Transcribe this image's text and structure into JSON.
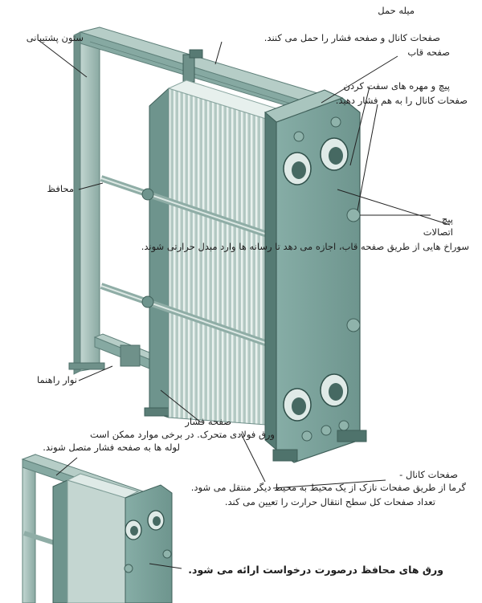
{
  "labels": {
    "carrying_bar": "میله حمل",
    "support_column": "ستون پشتیبانی",
    "carrying_bar_desc": "صفحات کانال و صفحه فشار را حمل می کنند.",
    "frame_plate": "صفحه قاب",
    "tightening_bolts": "پیچ و مهره های سفت کردن",
    "tightening_bolts_desc": "صفحات کانال را به هم فشار دهید.",
    "guard": "محافظ",
    "bolt": "پیچ",
    "connections": "اتصالات",
    "connections_desc": "سوراخ هایی از طریق صفحه قاب، اجازه می دهد تا رسانه ها وارد مبدل حرارتی شوند.",
    "guide_bar": "نوار راهنما",
    "pressure_plate": "صفحه فشار",
    "pressure_plate_desc_1": "ورق فولادی متحرک. در برخی موارد ممکن است",
    "pressure_plate_desc_2": "لوله ها به صفحه فشار متصل شوند.",
    "channel_plates": "صفحات کانال -",
    "channel_plates_desc_1": "گرما از طریق صفحات  نازک از یک محیط به محیط دیگر منتقل می شود.",
    "channel_plates_desc_2": "تعداد صفحات کل سطح انتقال حرارت را تعیین می کند.",
    "shroud_note": "ورق های محافظ درصورت درخواست ارائه می شود."
  },
  "colors": {
    "frame_face": "#7fa69f",
    "frame_side": "#4f736c",
    "frame_top": "#a7c4bd",
    "plates": "#c9dbd5",
    "column": "#9ab7b0",
    "leader": "#222222"
  }
}
